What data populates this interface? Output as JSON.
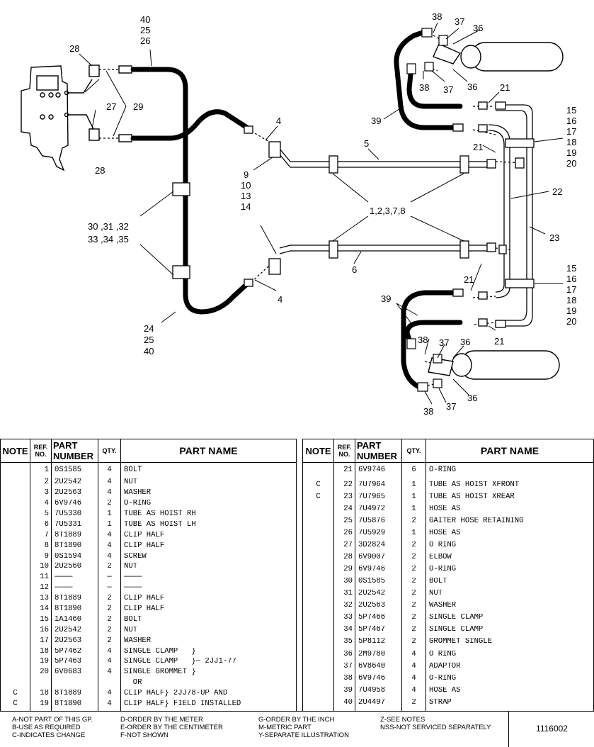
{
  "callouts": {
    "c40a": "40",
    "c25a": "25",
    "c26a": "26",
    "c28a": "28",
    "c27": "27",
    "c29": "29",
    "c28b": "28",
    "c4a": "4",
    "c9": "9",
    "c10": "10",
    "c13": "13",
    "c14": "14",
    "c4b": "4",
    "c5": "5",
    "c6": "6",
    "c1278": "1,2,3,7,8",
    "c30": "30 ,31 ,32",
    "c33": "33 ,34 ,35",
    "c24b": "24",
    "c25b": "25",
    "c40b": "40",
    "c38a": "38",
    "c37a": "37",
    "c36a": "36",
    "c38b": "38",
    "c37b": "37",
    "c36b": "36",
    "c21a": "21",
    "c39a": "39",
    "c21b": "21",
    "c15a": "15",
    "c16a": "16",
    "c17a": "17",
    "c18a": "18",
    "c19a": "19",
    "c20a": "20",
    "c22": "22",
    "c23": "23",
    "c21c": "21",
    "c15b": "15",
    "c16b": "16",
    "c17b": "17",
    "c18b": "18",
    "c19b": "19",
    "c20b": "20",
    "c39b": "39",
    "c21d": "21",
    "c38c": "38",
    "c37c": "37",
    "c36c": "36",
    "c36d": "36",
    "c38d": "38",
    "c37d": "37"
  },
  "table_headers": {
    "note": "NOTE",
    "ref_top": "REF.",
    "ref_bottom": "NO.",
    "part_top": "PART",
    "part_bottom": "NUMBER",
    "qty": "QTY.",
    "name": "PART NAME"
  },
  "parts_left": [
    {
      "note": "",
      "ref": "1",
      "part": "0S1585",
      "qty": "4",
      "name": "BOLT"
    },
    {
      "note": "",
      "ref": "2",
      "part": "2U2542",
      "qty": "4",
      "name": "NUT"
    },
    {
      "note": "",
      "ref": "3",
      "part": "2U2563",
      "qty": "4",
      "name": "WASHER"
    },
    {
      "note": "",
      "ref": "4",
      "part": "6V9746",
      "qty": "2",
      "name": "O-RING"
    },
    {
      "note": "",
      "ref": "5",
      "part": "7U5330",
      "qty": "1",
      "name": "TUBE AS HOIST RH"
    },
    {
      "note": "",
      "ref": "6",
      "part": "7U5331",
      "qty": "1",
      "name": "TUBE AS HOIST LH"
    },
    {
      "note": "",
      "ref": "7",
      "part": "8T1889",
      "qty": "4",
      "name": "CLIP HALF"
    },
    {
      "note": "",
      "ref": "8",
      "part": "8T1890",
      "qty": "4",
      "name": "CLIP HALF"
    },
    {
      "note": "",
      "ref": "9",
      "part": "0S1594",
      "qty": "4",
      "name": "SCREW"
    },
    {
      "note": "",
      "ref": "10",
      "part": "2U2560",
      "qty": "2",
      "name": "NUT"
    },
    {
      "note": "",
      "ref": "11",
      "part": "————",
      "qty": "—",
      "name": "————"
    },
    {
      "note": "",
      "ref": "12",
      "part": "————",
      "qty": "—",
      "name": "————"
    },
    {
      "note": "",
      "ref": "13",
      "part": "8T1889",
      "qty": "2",
      "name": "CLIP HALF"
    },
    {
      "note": "",
      "ref": "14",
      "part": "8T1890",
      "qty": "2",
      "name": "CLIP HALF"
    },
    {
      "note": "",
      "ref": "15",
      "part": "1A1460",
      "qty": "2",
      "name": "BOLT"
    },
    {
      "note": "",
      "ref": "16",
      "part": "2U2542",
      "qty": "2",
      "name": "NUT"
    },
    {
      "note": "",
      "ref": "17",
      "part": "2U2563",
      "qty": "2",
      "name": "WASHER"
    },
    {
      "note": "",
      "ref": "18",
      "part": "5P7462",
      "qty": "4",
      "name": "SINGLE CLAMP   }"
    },
    {
      "note": "",
      "ref": "19",
      "part": "5P7463",
      "qty": "4",
      "name": "SINGLE CLAMP   }— 2JJ1-77"
    },
    {
      "note": "",
      "ref": "20",
      "part": "6V0683",
      "qty": "4",
      "name": "SINGLE GROMMET }"
    },
    {
      "note": "",
      "ref": "",
      "part": "",
      "qty": "",
      "name": "  OR"
    },
    {
      "note": "C",
      "ref": "18",
      "part": "8T1889",
      "qty": "4",
      "name": "CLIP HALF} 2JJ78-UP AND"
    },
    {
      "note": "C",
      "ref": "19",
      "part": "8T1890",
      "qty": "4",
      "name": "CLIP HALF} FIELD INSTALLED"
    }
  ],
  "parts_right": [
    {
      "note": "",
      "ref": "21",
      "part": "6V9746",
      "qty": "6",
      "name": "O-RING"
    },
    {
      "note": "C",
      "ref": "22",
      "part": "7U7964",
      "qty": "1",
      "name": "TUBE AS HOIST XFRONT"
    },
    {
      "note": "C",
      "ref": "23",
      "part": "7U7965",
      "qty": "1",
      "name": "TUBE AS HOIST XREAR"
    },
    {
      "note": "",
      "ref": "24",
      "part": "7U4972",
      "qty": "1",
      "name": "HOSE AS"
    },
    {
      "note": "",
      "ref": "25",
      "part": "7U5876",
      "qty": "2",
      "name": "GAITER HOSE RETAINING"
    },
    {
      "note": "",
      "ref": "26",
      "part": "7U5929",
      "qty": "1",
      "name": "HOSE AS"
    },
    {
      "note": "",
      "ref": "27",
      "part": "3D2824",
      "qty": "2",
      "name": "O RING"
    },
    {
      "note": "",
      "ref": "28",
      "part": "6V9007",
      "qty": "2",
      "name": "ELBOW"
    },
    {
      "note": "",
      "ref": "29",
      "part": "6V9746",
      "qty": "2",
      "name": "O-RING"
    },
    {
      "note": "",
      "ref": "30",
      "part": "0S1585",
      "qty": "2",
      "name": "BOLT"
    },
    {
      "note": "",
      "ref": "31",
      "part": "2U2542",
      "qty": "2",
      "name": "NUT"
    },
    {
      "note": "",
      "ref": "32",
      "part": "2U2563",
      "qty": "2",
      "name": "WASHER"
    },
    {
      "note": "",
      "ref": "33",
      "part": "5P7466",
      "qty": "2",
      "name": "SINGLE CLAMP"
    },
    {
      "note": "",
      "ref": "34",
      "part": "5P7467",
      "qty": "2",
      "name": "SINGLE CLAMP"
    },
    {
      "note": "",
      "ref": "35",
      "part": "5P8112",
      "qty": "2",
      "name": "GROMMET SINGLE"
    },
    {
      "note": "",
      "ref": "36",
      "part": "2M9780",
      "qty": "4",
      "name": "O RING"
    },
    {
      "note": "",
      "ref": "37",
      "part": "6V8640",
      "qty": "4",
      "name": "ADAPTOR"
    },
    {
      "note": "",
      "ref": "38",
      "part": "6V9746",
      "qty": "4",
      "name": "O-RING"
    },
    {
      "note": "",
      "ref": "39",
      "part": "7U4958",
      "qty": "4",
      "name": "HOSE AS"
    },
    {
      "note": "",
      "ref": "40",
      "part": "2U4497",
      "qty": "2",
      "name": "STRAP"
    }
  ],
  "footer": {
    "col1": [
      "A-NOT PART OF THIS GP.",
      "B-USE AS REQUIRED",
      "C-INDICATES CHANGE"
    ],
    "col2": [
      "D-ORDER BY THE METER",
      "E-ORDER BY THE CENTIMETER",
      "F-NOT SHOWN"
    ],
    "col3": [
      "G-ORDER BY THE INCH",
      "M-METRIC PART",
      "Y-SEPARATE ILLUSTRATION"
    ],
    "col4": [
      "Z-SEE NOTES",
      "NSS-NOT SERVICED SEPARATELY"
    ],
    "figure_number": "1116002"
  }
}
